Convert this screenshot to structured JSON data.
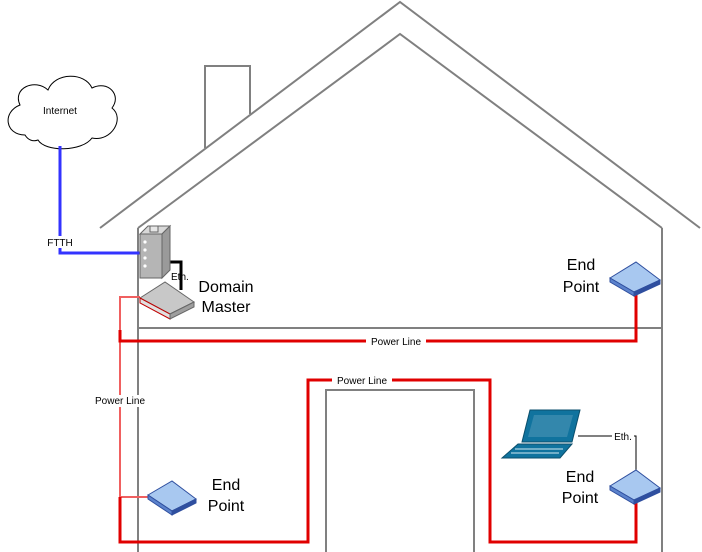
{
  "cloud": {
    "label": "Internet"
  },
  "links": {
    "ftth": "FTTH",
    "eth_master": "Eth.",
    "eth_laptop": "Eth.",
    "power_upper": "Power Line",
    "power_middle": "Power Line",
    "power_left": "Power Line"
  },
  "devices": {
    "domain_master": {
      "line1": "Domain",
      "line2": "Master"
    },
    "endpoint_upper": {
      "line1": "End",
      "line2": "Point"
    },
    "endpoint_lower_left": {
      "line1": "End",
      "line2": "Point"
    },
    "endpoint_lower_right": {
      "line1": "End",
      "line2": "Point"
    }
  },
  "colors": {
    "house_outline": "#808080",
    "fiber": "#3333ff",
    "power_line": "#e00000",
    "power_line_light": "#f06060",
    "ethernet": "#000000",
    "device_blue": "#a8c8f0",
    "device_blue_dark": "#2f4f9f",
    "laptop": "#10739e"
  }
}
